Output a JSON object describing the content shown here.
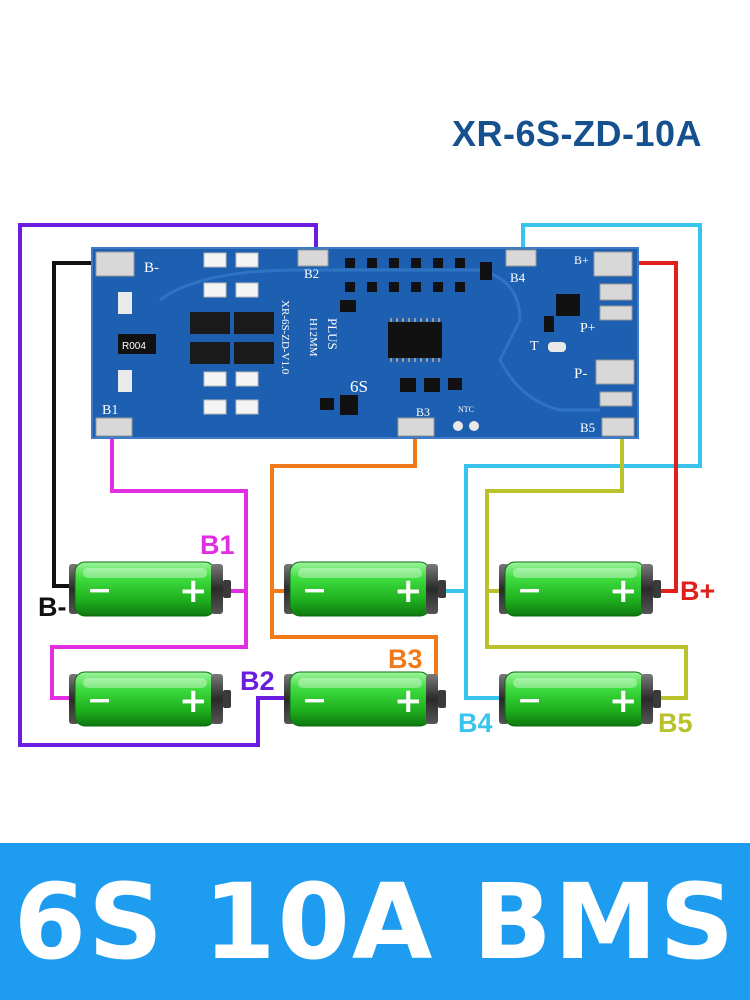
{
  "title": "XR-6S-ZD-10A",
  "banner": "6S 10A BMS",
  "colors": {
    "banner_bg": "#1e9cf0",
    "title": "#15508f",
    "pcb": "#1d5fb0",
    "wire_b_minus": "#111111",
    "wire_b1": "#e02ee0",
    "wire_b2": "#6a1de0",
    "wire_b3": "#f07a1a",
    "wire_b4": "#38c4ec",
    "wire_b5": "#b9c22a",
    "wire_b_plus": "#e0201a",
    "battery": "#28c828"
  },
  "pcb": {
    "pads": [
      "B-",
      "B1",
      "B2",
      "B3",
      "B4",
      "B5",
      "B+",
      "P+",
      "P-",
      "T",
      "NTC"
    ],
    "silk": [
      "XR-6S-ZD-V1.0",
      "H12MM",
      "PLUS",
      "6S",
      "R004"
    ]
  },
  "labels": {
    "b_minus": "B-",
    "b1": "B1",
    "b2": "B2",
    "b3": "B3",
    "b4": "B4",
    "b5": "B5",
    "b_plus": "B+"
  },
  "battery_signs": {
    "minus": "−",
    "plus": "+"
  }
}
